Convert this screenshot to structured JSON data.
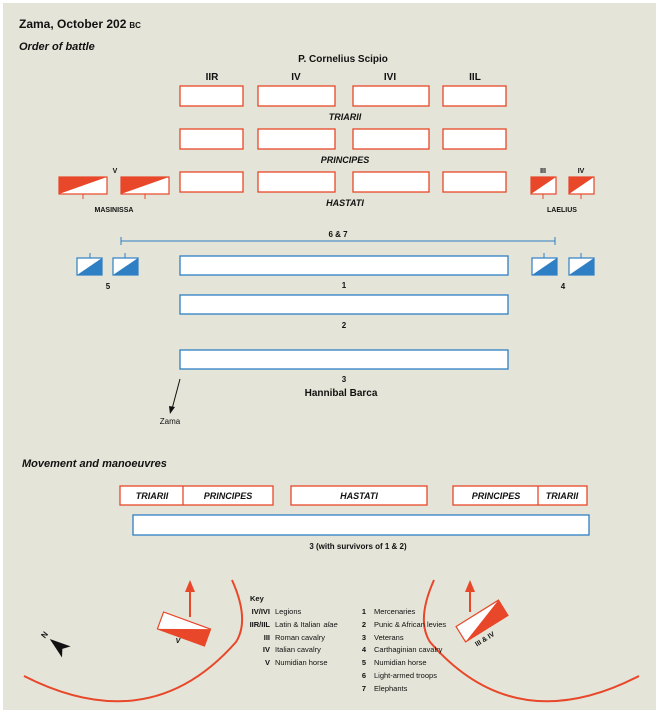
{
  "title": "Zama, October 202",
  "title_era": "BC",
  "section1_title": "Order of battle",
  "section2_title": "Movement and manoeuvres",
  "roman_commander": "P. Cornelius Scipio",
  "carthaginian_commander": "Hannibal Barca",
  "roman_unit_headers": [
    "IIR",
    "IV",
    "IVI",
    "IIL"
  ],
  "line_names": {
    "triarii": "TRIARII",
    "principes": "PRINCIPES",
    "hastati": "HASTATI"
  },
  "roman_cavalry": {
    "left_label": "V",
    "left_name": "MASINISSA",
    "right_labels": [
      "III",
      "IV"
    ],
    "right_name": "LAELIUS"
  },
  "carthaginian_labels": {
    "elephants": "6 & 7",
    "left_cavalry": "5",
    "right_cavalry": "4",
    "line1": "1",
    "line2": "2",
    "line3": "3"
  },
  "zama_label": "Zama",
  "movement": {
    "left_wing": [
      "TRIARII",
      "PRINCIPES"
    ],
    "centre": "HASTATI",
    "right_wing": [
      "PRINCIPES",
      "TRIARII"
    ],
    "carthaginian": "3 (with survivors of 1 & 2)",
    "left_cavalry": "V",
    "right_cavalry": "III & IV"
  },
  "compass_label": "N",
  "key": {
    "title": "Key",
    "left": [
      {
        "sym": "IV/IVI",
        "desc": "Legions"
      },
      {
        "sym": "IIR/IIL",
        "desc": "Latin & Italian",
        "desc_it": "alae"
      },
      {
        "sym": "III",
        "desc": "Roman cavalry"
      },
      {
        "sym": "IV",
        "desc": "Italian cavalry"
      },
      {
        "sym": "V",
        "desc": "Numidian horse"
      }
    ],
    "right": [
      {
        "num": "1",
        "desc": "Mercenaries"
      },
      {
        "num": "2",
        "desc": "Punic & African levies"
      },
      {
        "num": "3",
        "desc": "Veterans"
      },
      {
        "num": "4",
        "desc": "Carthaginian cavalry"
      },
      {
        "num": "5",
        "desc": "Numidian horse"
      },
      {
        "num": "6",
        "desc": "Light-armed troops"
      },
      {
        "num": "7",
        "desc": "Elephants"
      }
    ]
  },
  "colors": {
    "roman": "#e8472a",
    "carthaginian": "#2f7fc4",
    "background": "#e4e4d8",
    "line": "#333333"
  }
}
